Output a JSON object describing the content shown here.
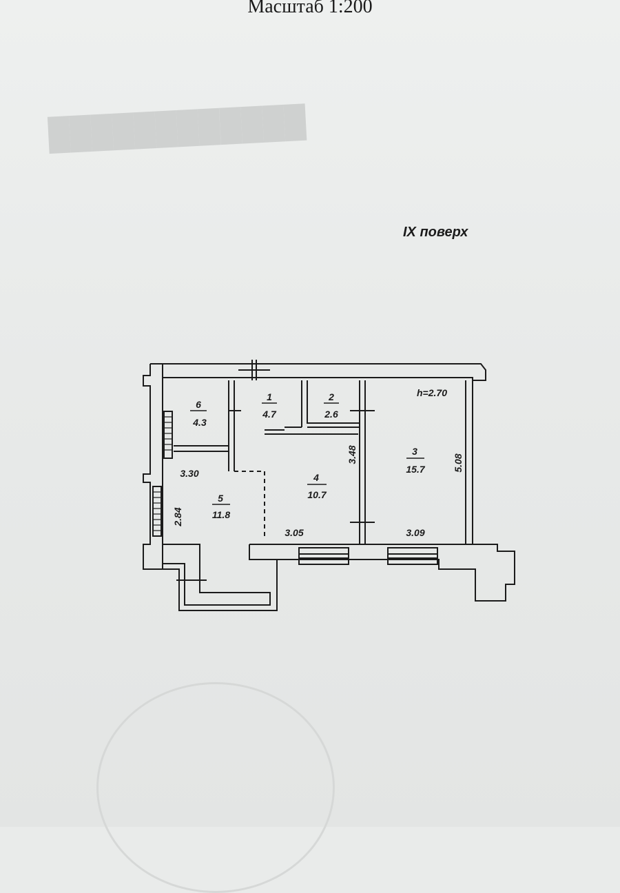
{
  "header": {
    "scale": "Масштаб 1:200",
    "floor": "IX поверх"
  },
  "plan": {
    "ceiling_height": "h=2.70",
    "rooms": [
      {
        "id": "room-6",
        "number": "6",
        "area": "4.3"
      },
      {
        "id": "room-1",
        "number": "1",
        "area": "4.7"
      },
      {
        "id": "room-2",
        "number": "2",
        "area": "2.6"
      },
      {
        "id": "room-3",
        "number": "3",
        "area": "15.7"
      },
      {
        "id": "room-4",
        "number": "4",
        "area": "10.7"
      },
      {
        "id": "room-5",
        "number": "5",
        "area": "11.8"
      }
    ],
    "dimensions": [
      "3.30",
      "2.84",
      "3.48",
      "3.05",
      "3.09",
      "5.08"
    ]
  },
  "colors": {
    "ink": "#1b1b1b",
    "paper": "#e9ebea"
  }
}
